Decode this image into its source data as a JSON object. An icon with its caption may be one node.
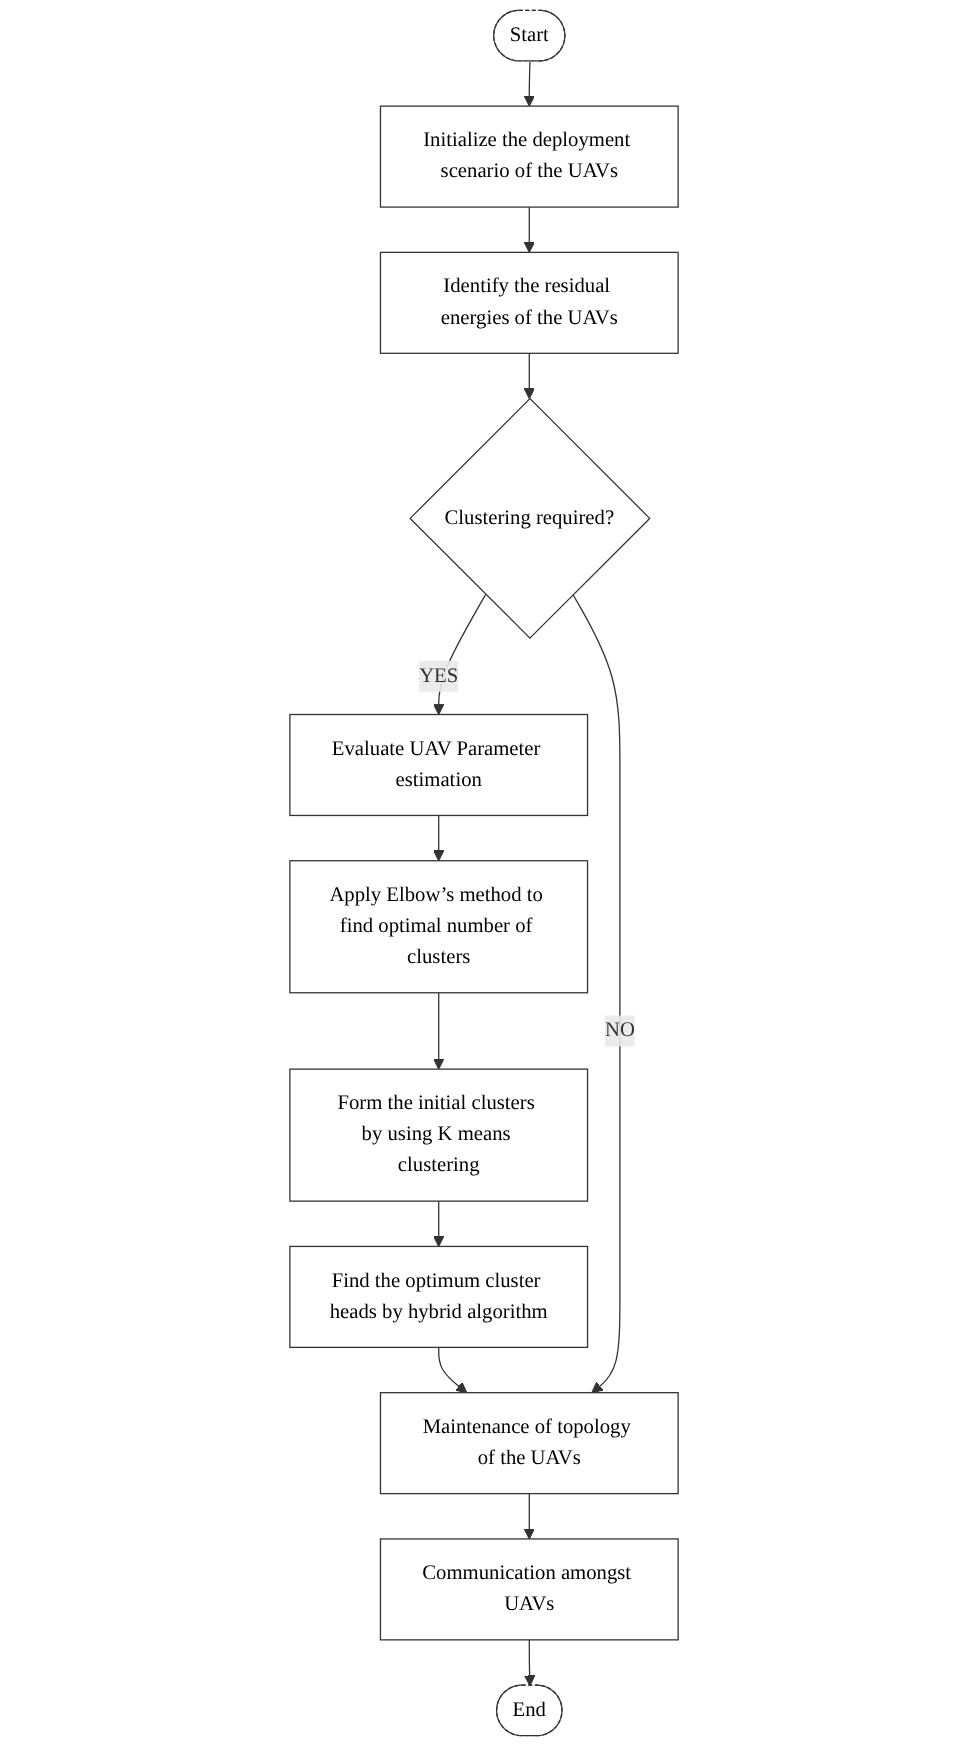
{
  "diagram": {
    "nodes": [
      {
        "text": [
          "Start"
        ]
      },
      {
        "text": [
          "Initialize the deployment scenario of the UAVs"
        ]
      },
      {
        "text": [
          "Identify the residual energies of the UAVs"
        ]
      },
      {
        "text": [
          "Clustering required?"
        ]
      },
      {
        "text": [
          "Maintenance of topology of the UAVs"
        ]
      },
      {
        "text": [
          "Communication amongst UAVs"
        ]
      },
      {
        "text": [
          "Evaluate UAV Parameter estimation"
        ]
      },
      {
        "text": [
          "Apply Elbow’s method to find optimal number of clusters"
        ]
      },
      {
        "text": [
          "Form the initial clusters by using K means clustering"
        ]
      },
      {
        "text": [
          "Find the optimum cluster heads by hybrid algorithm"
        ]
      },
      {
        "text": [
          "End"
        ]
      }
    ],
    "edges": [
      {
        "from": 0,
        "to": 1,
        "arrow": "to"
      },
      {
        "from": 1,
        "to": 2,
        "arrow": "to"
      },
      {
        "from": 2,
        "to": 3,
        "arrow": "to"
      },
      {
        "from": 3,
        "to": 6,
        "arrow": "to",
        "label": "YES"
      },
      {
        "from": 6,
        "to": 7,
        "arrow": "to"
      },
      {
        "from": 7,
        "to": 8,
        "arrow": "to"
      },
      {
        "from": 8,
        "to": 9,
        "arrow": "to"
      },
      {
        "from": 9,
        "to": 4,
        "arrow": "to"
      },
      {
        "from": 3,
        "to": 4,
        "arrow": "to",
        "label": "NO"
      },
      {
        "from": 4,
        "to": 5,
        "arrow": "to"
      },
      {
        "from": 5,
        "to": 10,
        "arrow": "to"
      }
    ]
  }
}
